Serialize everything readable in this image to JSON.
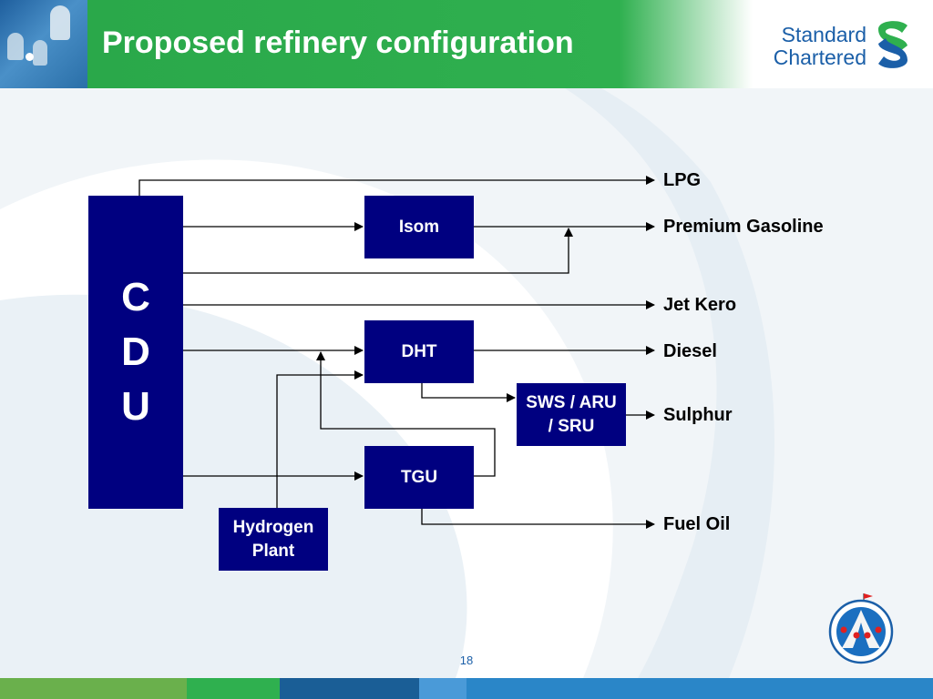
{
  "header": {
    "title": "Proposed refinery configuration",
    "brand_line1": "Standard",
    "brand_line2": "Chartered"
  },
  "diagram": {
    "cdu_letters": [
      "C",
      "D",
      "U"
    ],
    "units": {
      "isom": "Isom",
      "dht": "DHT",
      "tgu": "TGU",
      "sws_line1": "SWS / ARU",
      "sws_line2": "/ SRU",
      "hydrogen_line1": "Hydrogen",
      "hydrogen_line2": "Plant"
    },
    "products": {
      "lpg": "LPG",
      "premium_gasoline": "Premium Gasoline",
      "jet_kero": "Jet Kero",
      "diesel": "Diesel",
      "sulphur": "Sulphur",
      "fuel_oil": "Fuel Oil"
    }
  },
  "footer": {
    "page_number": "18"
  },
  "colors": {
    "unit_fill": "#000080",
    "header_green": "#2fb04f",
    "brand_blue": "#1b5fa8"
  },
  "icons": {
    "header_photo": "sports-photo",
    "brand_logo": "standard-chartered-s-icon",
    "corner_logo": "kprl-emblem-icon"
  }
}
